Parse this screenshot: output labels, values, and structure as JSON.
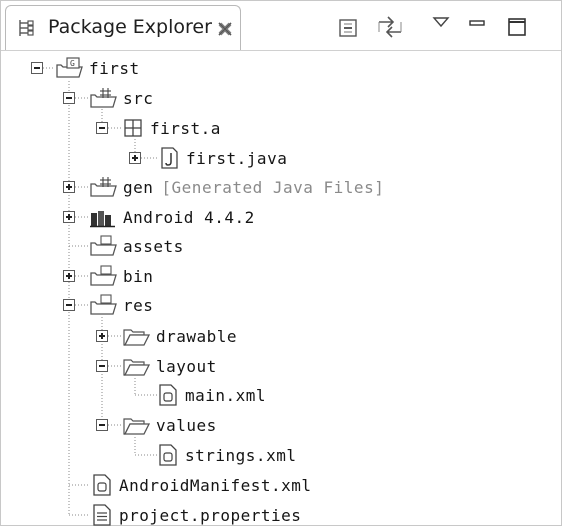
{
  "view": {
    "title": "Package Explorer",
    "tab_icon": "package-explorer-icon",
    "close_icon": "close-icon",
    "toolbar": [
      {
        "name": "collapse-all-button",
        "icon": "collapse-all-icon"
      },
      {
        "name": "link-with-editor-button",
        "icon": "link-with-editor-icon"
      },
      {
        "name": "view-menu-button",
        "icon": "view-menu-icon"
      },
      {
        "name": "minimize-button",
        "icon": "minimize-icon"
      },
      {
        "name": "maximize-button",
        "icon": "maximize-icon"
      }
    ]
  },
  "tree": {
    "first": {
      "label": "first",
      "icon": "android-project-icon",
      "expanded": true
    },
    "src": {
      "label": "src",
      "icon": "source-folder-icon",
      "expanded": true
    },
    "first_a": {
      "label": "first.a",
      "icon": "package-icon",
      "expanded": true
    },
    "first_java": {
      "label": "first.java",
      "icon": "java-file-icon",
      "expanded": false
    },
    "gen": {
      "label": "gen",
      "extra": "[Generated Java Files]",
      "icon": "generated-folder-icon",
      "expanded": false
    },
    "android": {
      "label": "Android 4.4.2",
      "icon": "library-icon",
      "expanded": false
    },
    "assets": {
      "label": "assets",
      "icon": "folder-icon"
    },
    "bin": {
      "label": "bin",
      "icon": "folder-icon",
      "expanded": false
    },
    "res": {
      "label": "res",
      "icon": "folder-icon",
      "expanded": true
    },
    "drawable": {
      "label": "drawable",
      "icon": "open-folder-icon",
      "expanded": false
    },
    "layout": {
      "label": "layout",
      "icon": "open-folder-icon",
      "expanded": true
    },
    "main_xml": {
      "label": "main.xml",
      "icon": "xml-file-icon"
    },
    "values": {
      "label": "values",
      "icon": "open-folder-icon",
      "expanded": true
    },
    "strings_xml": {
      "label": "strings.xml",
      "icon": "xml-file-icon"
    },
    "manifest": {
      "label": "AndroidManifest.xml",
      "icon": "xml-file-icon"
    },
    "project_properties": {
      "label": "project.properties",
      "icon": "text-file-icon"
    }
  }
}
